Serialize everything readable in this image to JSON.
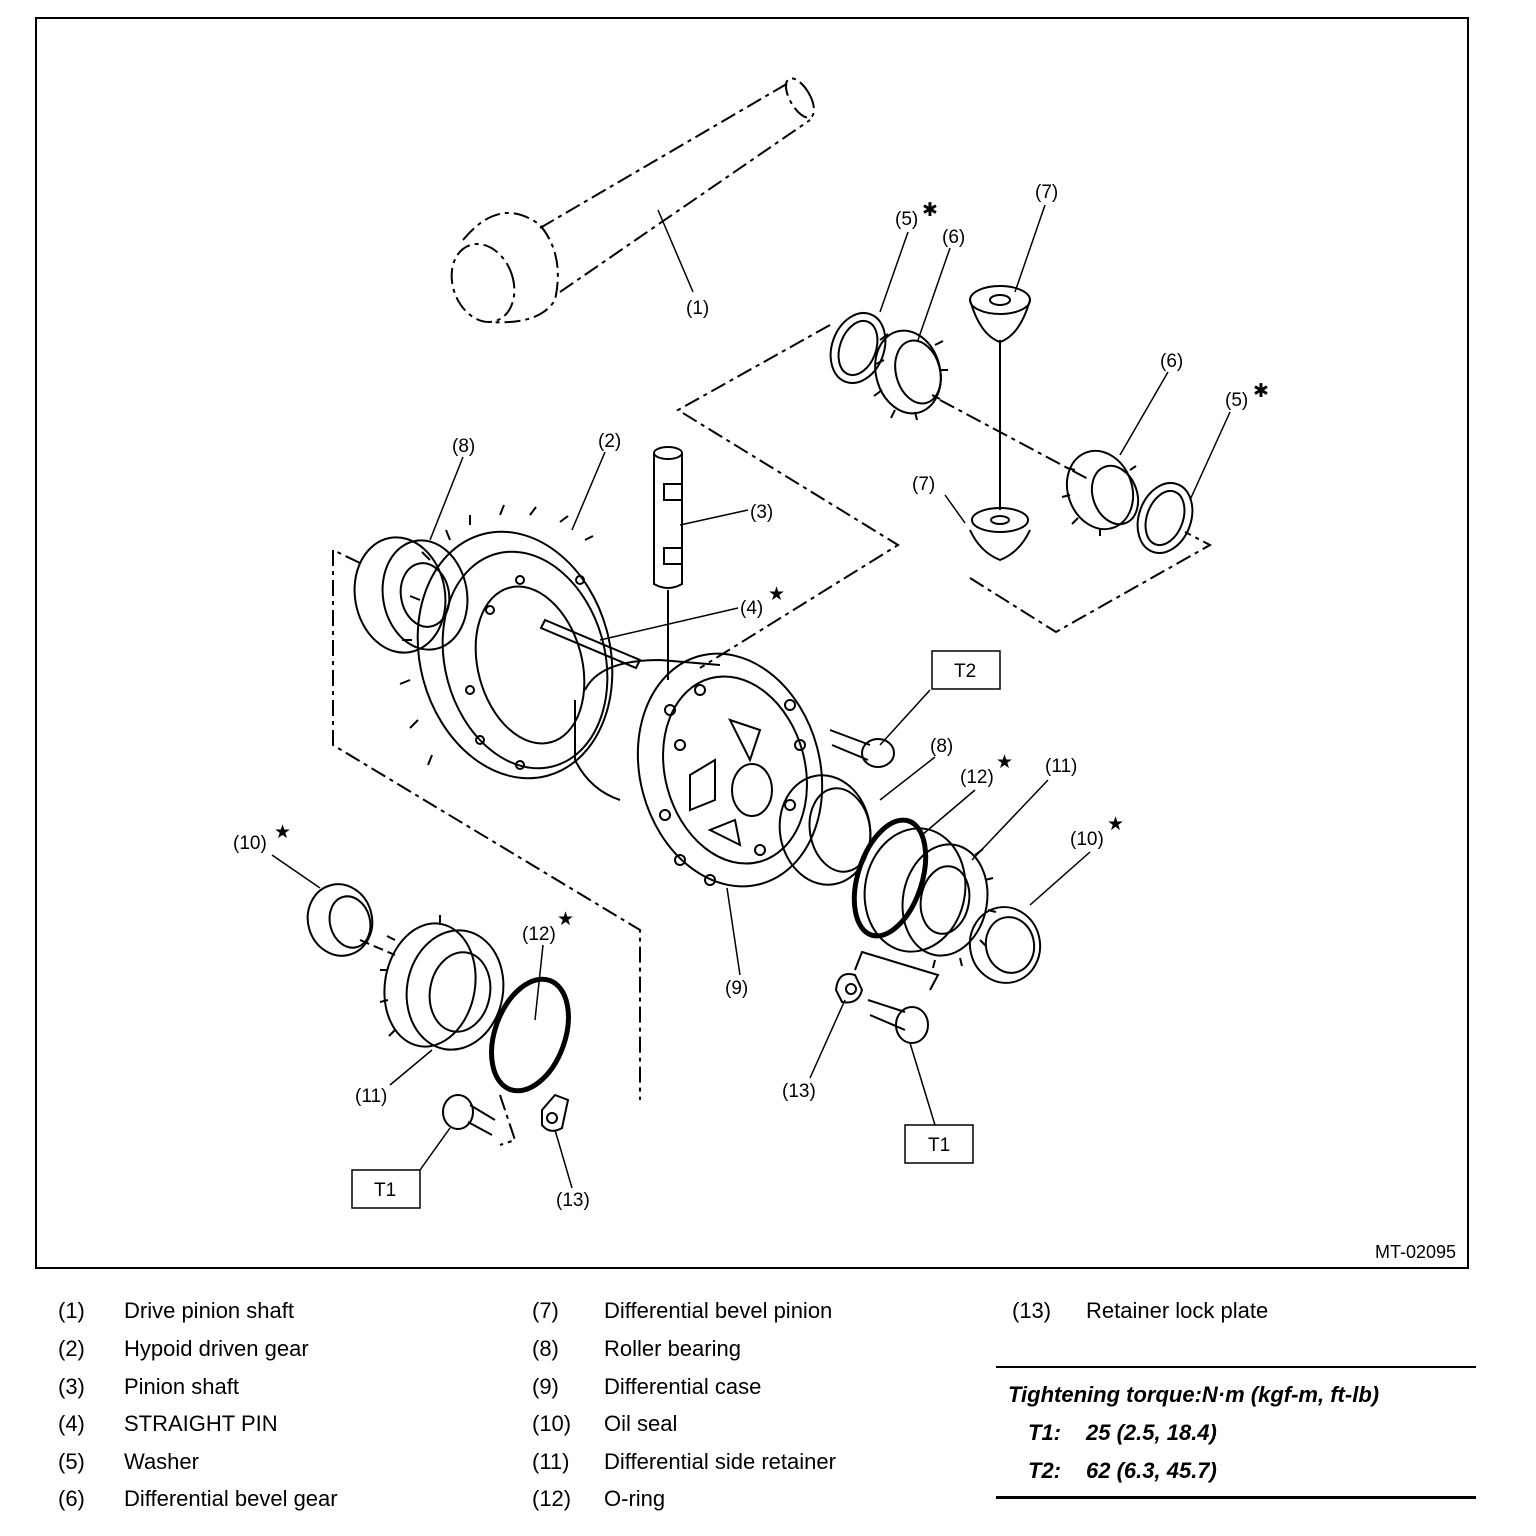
{
  "figure": {
    "reference_code": "MT-02095",
    "callouts": {
      "c1": "(1)",
      "c2": "(2)",
      "c3": "(3)",
      "c4": "(4)",
      "c5a": "(5)",
      "c5b": "(5)",
      "c6a": "(6)",
      "c6b": "(6)",
      "c7a": "(7)",
      "c7b": "(7)",
      "c8a": "(8)",
      "c8b": "(8)",
      "c9": "(9)",
      "c10a": "(10)",
      "c10b": "(10)",
      "c11a": "(11)",
      "c11b": "(11)",
      "c12a": "(12)",
      "c12b": "(12)",
      "c13a": "(13)",
      "c13b": "(13)"
    },
    "torque_boxes": {
      "t2": "T2",
      "t1_left": "T1",
      "t1_right": "T1"
    },
    "symbols": {
      "star": "★",
      "asterisk": "✱"
    }
  },
  "legend": [
    {
      "num": "(1)",
      "label": "Drive pinion shaft"
    },
    {
      "num": "(2)",
      "label": "Hypoid driven gear"
    },
    {
      "num": "(3)",
      "label": "Pinion shaft"
    },
    {
      "num": "(4)",
      "label": "STRAIGHT PIN"
    },
    {
      "num": "(5)",
      "label": "Washer"
    },
    {
      "num": "(6)",
      "label": "Differential bevel gear"
    },
    {
      "num": "(7)",
      "label": "Differential bevel pinion"
    },
    {
      "num": "(8)",
      "label": "Roller bearing"
    },
    {
      "num": "(9)",
      "label": "Differential case"
    },
    {
      "num": "(10)",
      "label": "Oil seal"
    },
    {
      "num": "(11)",
      "label": "Differential side retainer"
    },
    {
      "num": "(12)",
      "label": "O-ring"
    },
    {
      "num": "(13)",
      "label": "Retainer lock plate"
    }
  ],
  "torque": {
    "heading": "Tightening torque:N·m (kgf-m, ft-lb)",
    "rows": [
      {
        "key": "T1:",
        "value": "25 (2.5, 18.4)"
      },
      {
        "key": "T2:",
        "value": "62 (6.3, 45.7)"
      }
    ]
  }
}
